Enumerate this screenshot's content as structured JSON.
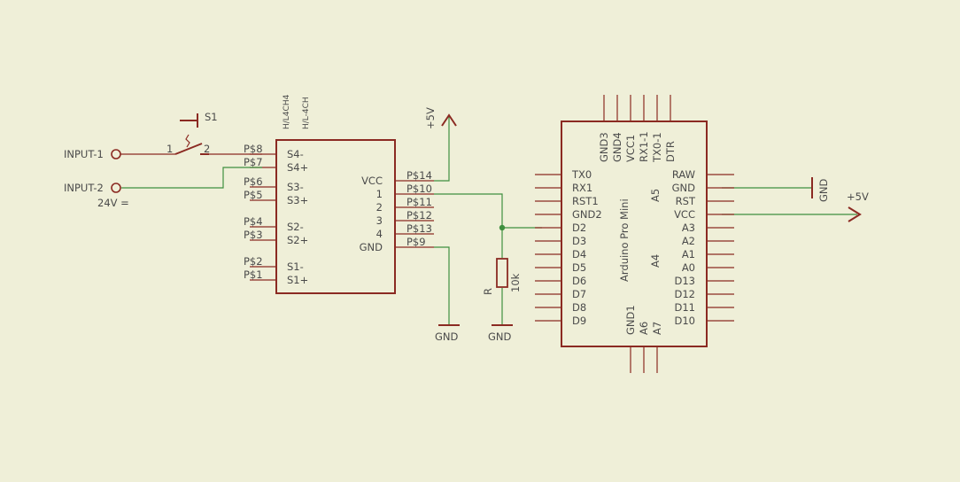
{
  "colors": {
    "background": "#efefd8",
    "component": "#8b2a22",
    "net": "#3f8f3f",
    "text": "#4a4a4a"
  },
  "inputs": {
    "input1": "INPUT-1",
    "input2": "INPUT-2",
    "voltage_note": "24V ="
  },
  "switch": {
    "name": "S1",
    "pin1": "1",
    "pin2": "2"
  },
  "optocoupler": {
    "top_labels": [
      "H/L4CH4",
      "H/L-4CH"
    ],
    "left_pins": [
      "S4-",
      "S4+",
      "S3-",
      "S3+",
      "S2-",
      "S2+",
      "S1-",
      "S1+"
    ],
    "left_pads": [
      "P$8",
      "P$7",
      "P$6",
      "P$5",
      "P$4",
      "P$3",
      "P$2",
      "P$1"
    ],
    "right_pins": [
      "VCC",
      "1",
      "2",
      "3",
      "4",
      "GND"
    ],
    "right_pads": [
      "P$14",
      "P$10",
      "P$11",
      "P$12",
      "P$13",
      "P$9"
    ]
  },
  "supply": {
    "plus5v_top": "+5V",
    "plus5v_right": "+5V",
    "gnd_opto": "GND",
    "gnd_resistor": "GND",
    "gnd_arduino": "GND"
  },
  "resistor": {
    "name": "R",
    "value": "10k"
  },
  "arduino": {
    "name": "Arduino Pro Mini",
    "top_pins": [
      "GND3",
      "GND4",
      "VCC1",
      "RX1-1",
      "TX0-1",
      "DTR"
    ],
    "left_pins": [
      "TX0",
      "RX1",
      "RST1",
      "GND2",
      "D2",
      "D3",
      "D4",
      "D5",
      "D6",
      "D7",
      "D8",
      "D9"
    ],
    "right_pins": [
      "RAW",
      "GND",
      "RST",
      "VCC",
      "A3",
      "A2",
      "A1",
      "A0",
      "D13",
      "D12",
      "D11",
      "D10"
    ],
    "bottom_pins": [
      "GND1",
      "A6",
      "A7"
    ],
    "inner_labels": [
      "A5",
      "A4"
    ]
  }
}
